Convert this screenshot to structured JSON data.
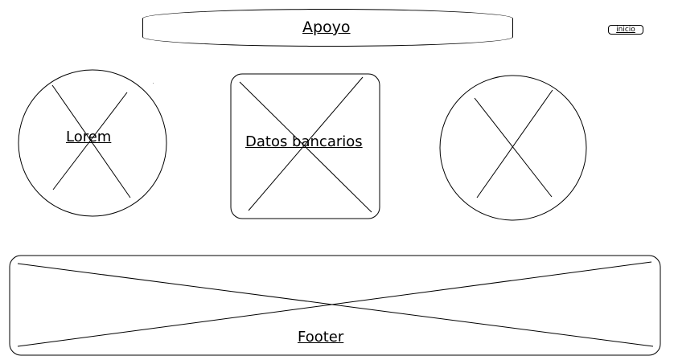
{
  "header": {
    "title": "Apoyo"
  },
  "nav": {
    "inicio_label": "inicio"
  },
  "placeholders": {
    "left_circle_label": "Lorem",
    "center_box_label": "Datos bancarios",
    "right_circle_label": ""
  },
  "footer": {
    "label": "Footer"
  }
}
